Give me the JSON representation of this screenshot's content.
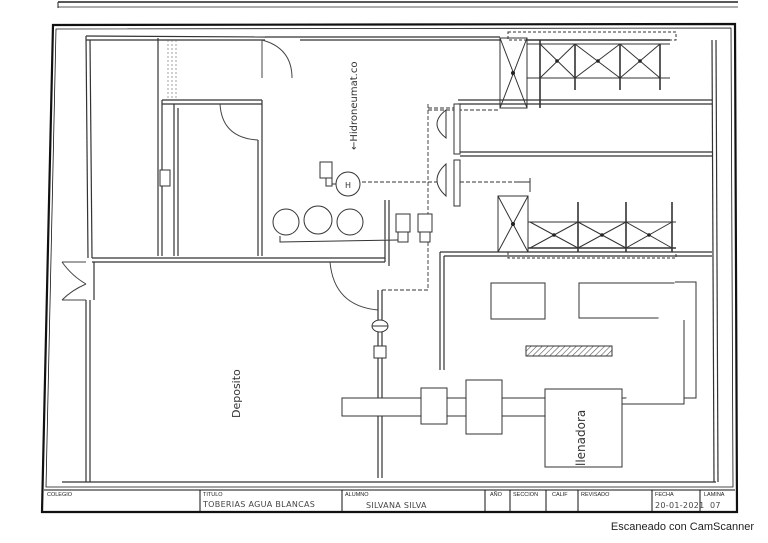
{
  "labels": {
    "hidroneumatico": "←Hidroneumat.co",
    "tank_h": "H",
    "deposito": "Deposito",
    "llenadora": "llenadora"
  },
  "title_block": {
    "colegio_label": "COLEGIO",
    "titulo_label": "TITULO",
    "titulo_value": "TOBERIAS AGUA BLANCAS",
    "alumno_label": "ALUMNO",
    "alumno_value": "SILVANA SILVA",
    "ano_label": "AÑO",
    "seccion_label": "SECCION",
    "calif_label": "CALIF",
    "revisado_label": "REVISADO",
    "fecha_label": "FECHA",
    "fecha_value": "20-01-2021",
    "lamina_label": "LAMINA",
    "lamina_value": "07"
  },
  "watermark": "Escaneado con CamScanner"
}
